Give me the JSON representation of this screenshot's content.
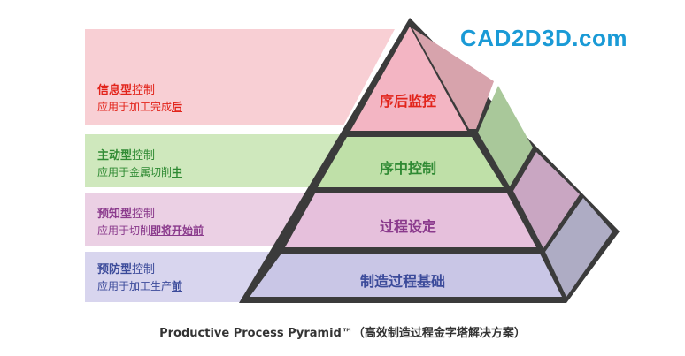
{
  "brand": {
    "logo_text": "CAD2D3D.com"
  },
  "caption": "Productive Process Pyramid™（高效制造过程金字塔解决方案）",
  "tiers": [
    {
      "name": "序后监控",
      "title_strong": "信息型",
      "title_rest": "控制",
      "sub_plain": "应用于加工完成",
      "sub_emph": "后",
      "front_color": "#f3b5c3",
      "side_color": "#d7a3ac",
      "band_color": "#f8cfd4",
      "text_color": "#e2231a"
    },
    {
      "name": "序中控制",
      "title_strong": "主动型",
      "title_rest": "控制",
      "sub_plain": "应用于金属切削",
      "sub_emph": "中",
      "front_color": "#bfe0a8",
      "side_color": "#a9c89a",
      "band_color": "#cfe8bd",
      "text_color": "#2f8a33"
    },
    {
      "name": "过程设定",
      "title_strong": "预知型",
      "title_rest": "控制",
      "sub_plain": "应用于切削",
      "sub_emph": "即将开始前",
      "front_color": "#e6c0dc",
      "side_color": "#c9a6c2",
      "band_color": "#ebd0e4",
      "text_color": "#8a3a8c"
    },
    {
      "name": "制造过程基础",
      "title_strong": "预防型",
      "title_rest": "控制",
      "sub_plain": "应用于加工生产",
      "sub_emph": "前",
      "front_color": "#c9c6e6",
      "side_color": "#aeacc4",
      "band_color": "#d8d5ee",
      "text_color": "#3b4a9a"
    }
  ]
}
